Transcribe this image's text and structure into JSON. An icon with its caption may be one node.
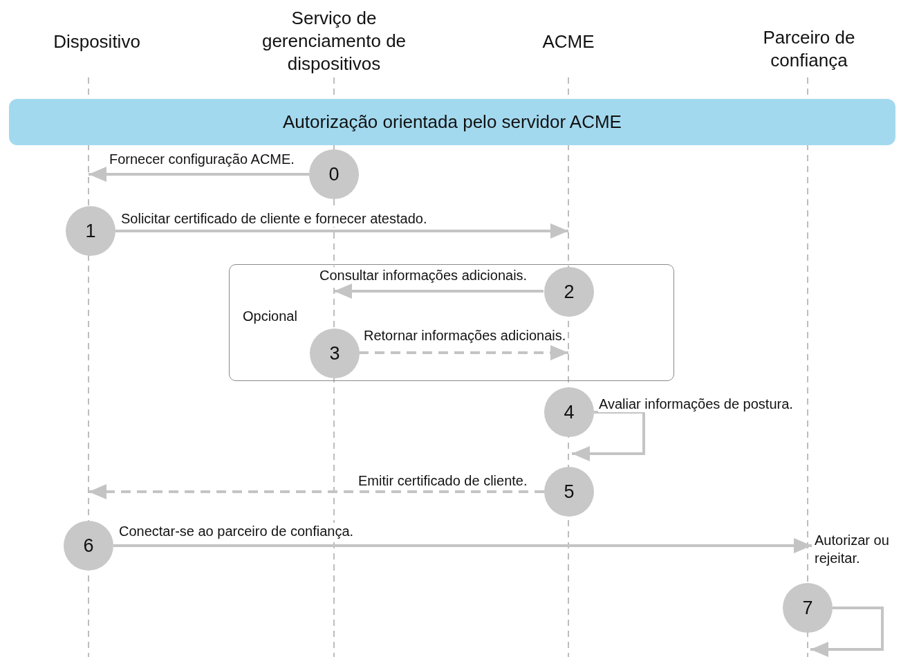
{
  "diagram": {
    "nodes": [
      {
        "text": [
          "Autorização orientada pelo servidor ACME"
        ]
      },
      {
        "text": [
          "0"
        ]
      },
      {
        "text": [
          "1"
        ]
      },
      {
        "text": [
          "Opcional"
        ]
      },
      {
        "text": [
          "2"
        ],
        "in": 3
      },
      {
        "text": [
          "3"
        ],
        "in": 3
      },
      {
        "text": [
          "4"
        ]
      },
      {
        "text": [
          "5"
        ]
      },
      {
        "text": [
          "6"
        ]
      },
      {
        "text": [
          "Autorizar ou rejeitar."
        ]
      },
      {
        "text": [
          "7"
        ]
      }
    ],
    "edges": [
      {
        "from": 1,
        "to": null,
        "arrow": "to",
        "label": "Fornecer configuração ACME."
      },
      {
        "from": 2,
        "to": null,
        "arrow": "to",
        "label": "Solicitar certificado de cliente e fornecer atestado."
      },
      {
        "from": 4,
        "to": null,
        "arrow": "to",
        "label": "Consultar informações adicionais."
      },
      {
        "from": 5,
        "to": null,
        "arrow": "to",
        "label": "Retornar informações adicionais.",
        "style": "dashed"
      },
      {
        "from": 6,
        "to": 6,
        "arrow": "to",
        "label": "Avaliar informações de postura."
      },
      {
        "from": 7,
        "to": null,
        "arrow": "to",
        "label": "Emitir certificado de cliente.",
        "style": "dashed"
      },
      {
        "from": 8,
        "to": 9,
        "arrow": "to",
        "label": "Conectar-se ao parceiro de confiança."
      },
      {
        "from": 10,
        "to": 10,
        "arrow": "to"
      }
    ],
    "labels": [
      "Dispositivo",
      "Serviço de gerenciamento de dispositivos",
      "ACME",
      "Parceiro de confiança"
    ]
  }
}
